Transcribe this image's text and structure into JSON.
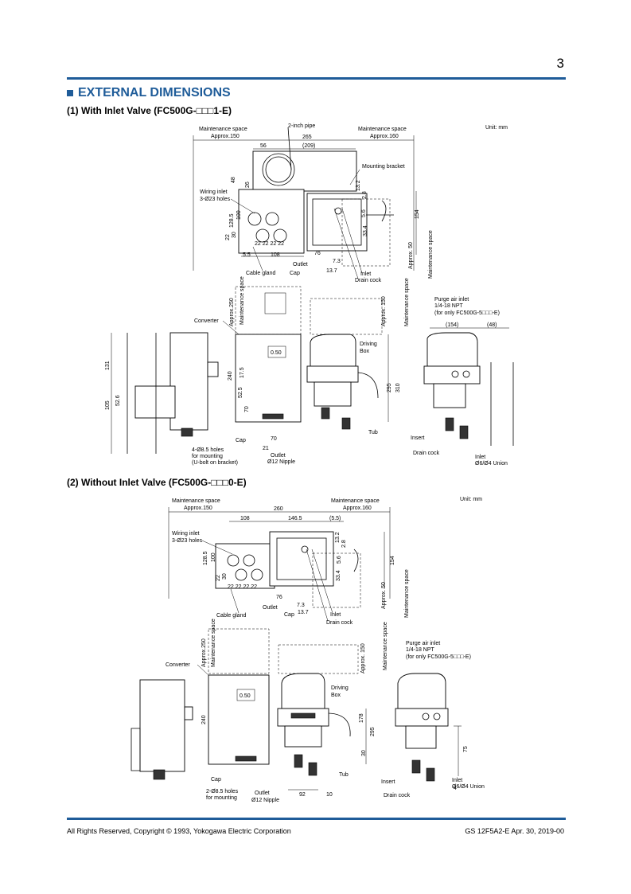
{
  "page_number": "3",
  "section_title": "EXTERNAL DIMENSIONS",
  "sub1_title": "(1) With Inlet Valve (FC500G-□□□1-E)",
  "sub2_title": "(2) Without Inlet Valve (FC500G-□□□0-E)",
  "footer_left": "All Rights Reserved, Copyright © 1993, Yokogawa Electric Corporation",
  "footer_right": "GS 12F5A2-E  Apr. 30, 2019-00",
  "d1": {
    "unit": "Unit: mm",
    "maint_left": "Maintenance space",
    "approx150": "Approx.150",
    "inch_pipe": "2-inch pipe",
    "maint_right": "Maintenance space",
    "approx160": "Approx.160",
    "d265": "265",
    "d56": "56",
    "d209": "(209)",
    "mounting_bracket": "Mounting bracket",
    "d48": "48",
    "d26": "26",
    "wiring_inlet": "Wiring inlet",
    "wiring_holes": "3-Ø23 holes",
    "d1285": "128.5",
    "d100": "100",
    "d22": "22",
    "d30": "30",
    "d22x4": "22 22 22 22",
    "d55": "5.5",
    "d108": "108",
    "d76": "76",
    "outlet": "Outlet",
    "cable_gland": "Cable gland",
    "cap": "Cap",
    "d73": "7.3",
    "d137": "13.7",
    "inlet": "Inlet",
    "drain_cock": "Drain cock",
    "d132": "13.2",
    "d28": "2.8",
    "d56b": "5.6",
    "d334": "33.4",
    "d154": "154",
    "approx50": "Approx. 50",
    "maint_space": "Maintenance space",
    "approx250": "Approx.250",
    "converter": "Converter",
    "approx150v": "Approx. 150",
    "purge1": "Purge air inlet",
    "purge2": "1/4-18 NPT",
    "purge3": "(for only FC500G-5□□□-E)",
    "d154p": "(154)",
    "d48p": "(48)",
    "d131": "131",
    "d105": "105",
    "d526": "52.6",
    "d050": "0.50",
    "driving_box1": "Driving",
    "driving_box2": "Box",
    "d240": "240",
    "d175": "17.5",
    "d525": "52.5",
    "d70": "70",
    "d295": "295",
    "d310": "310",
    "tub": "Tub",
    "insert": "Insert",
    "d21": "21",
    "d70b": "70",
    "holes1": "4-Ø8.5 holes",
    "holes2": "for mounting",
    "holes3": "(U-bolt on bracket)",
    "outlet_nipple1": "Outlet",
    "outlet_nipple2": "Ø12 Nipple",
    "inlet_union1": "Inlet",
    "inlet_union2": "Ø6/Ø4 Union"
  },
  "d2": {
    "unit": "Unit: mm",
    "maint_left": "Maintenance space",
    "approx150": "Approx.150",
    "maint_right": "Maintenance space",
    "approx160": "Approx.160",
    "d260": "260",
    "d108": "108",
    "d1465": "146.5",
    "d55": "(5.5)",
    "wiring_inlet": "Wiring inlet",
    "wiring_holes": "3-Ø23 holes",
    "d1285": "128.5",
    "d100": "100",
    "d22": "22",
    "d30": "30",
    "d22x4": "22 22 22 22",
    "d132": "13.2",
    "d28": "2.8",
    "d56": "5.6",
    "d334": "33.4",
    "d154": "154",
    "d76": "76",
    "d73": "7.3",
    "d137": "13.7",
    "outlet": "Outlet",
    "cap": "Cap",
    "inlet": "Inlet",
    "cable_gland": "Cable gland",
    "drain_cock": "Drain cock",
    "approx50": "Approx. 50",
    "maint_space": "Maintenance space",
    "approx250": "Approx.250",
    "converter": "Converter",
    "approx150v": "Approx. 150",
    "purge1": "Purge air inlet",
    "purge2": "1/4-18 NPT",
    "purge3": "(for only FC500G-5□□□-E)",
    "driving_box1": "Driving",
    "driving_box2": "Box",
    "d050": "0.50",
    "d240": "240",
    "d178": "178",
    "d295": "295",
    "d30b": "30",
    "d75": "75",
    "d4": "4",
    "tub": "Tub",
    "cap2": "Cap",
    "holes1": "2-Ø8.5 holes",
    "holes2": "for mounting",
    "outlet_nipple1": "Outlet",
    "outlet_nipple2": "Ø12 Nipple",
    "d92": "92",
    "d10": "10",
    "insert": "Insert",
    "inlet_union1": "Inlet",
    "inlet_union2": "Ø6/Ø4 Union"
  }
}
